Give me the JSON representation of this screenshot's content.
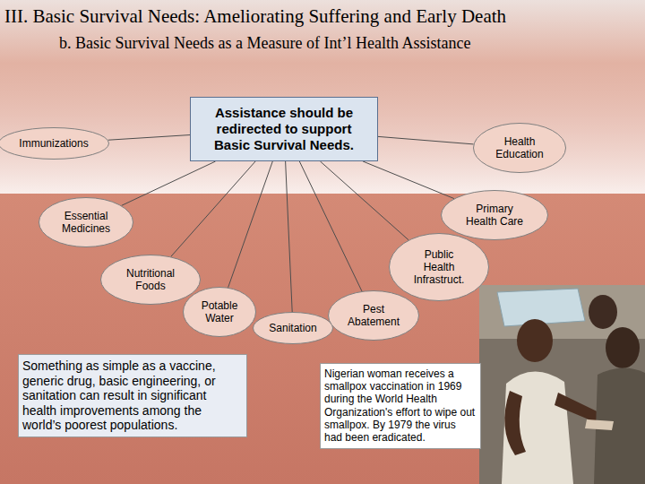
{
  "diagram": {
    "title": "III. Basic Survival Needs: Ameliorating Suffering and Early Death",
    "nodes": [
      {
        "text": [
          "Immunizations"
        ]
      },
      {
        "text": [
          "Assistance should be redirected to support Basic Survival Needs."
        ]
      },
      {
        "text": [
          "Health Education"
        ]
      },
      {
        "text": [
          "Essential Medicines"
        ]
      },
      {
        "text": [
          "Primary Health Care"
        ]
      },
      {
        "text": [
          "Nutritional Foods"
        ]
      },
      {
        "text": [
          "Public Health Infrastruct."
        ]
      },
      {
        "text": [
          "Potable Water"
        ]
      },
      {
        "text": [
          "Sanitation"
        ]
      },
      {
        "text": [
          "Pest Abatement"
        ]
      },
      {
        "text": [
          "Something as simple as a vaccine, generic drug, basic engineering, or sanitation can result in significant health improvements among the world’s poorest populations."
        ]
      },
      {
        "text": [
          "Nigerian woman receives a smallpox vaccination in 1969 during the World Health Organization's effort to wipe out smallpox. By 1979 the virus had been eradicated."
        ]
      }
    ],
    "edges": [
      {
        "from": 1,
        "to": 0,
        "arrow": "none"
      },
      {
        "from": 1,
        "to": 2,
        "arrow": "none"
      },
      {
        "from": 1,
        "to": 3,
        "arrow": "none"
      },
      {
        "from": 1,
        "to": 4,
        "arrow": "none"
      },
      {
        "from": 1,
        "to": 5,
        "arrow": "none"
      },
      {
        "from": 1,
        "to": 6,
        "arrow": "none"
      },
      {
        "from": 1,
        "to": 7,
        "arrow": "none"
      },
      {
        "from": 1,
        "to": 8,
        "arrow": "none"
      },
      {
        "from": 1,
        "to": 9,
        "arrow": "none"
      }
    ],
    "labels": [
      "b. Basic Survival Needs as a Measure of Int’l Health Assistance"
    ]
  }
}
